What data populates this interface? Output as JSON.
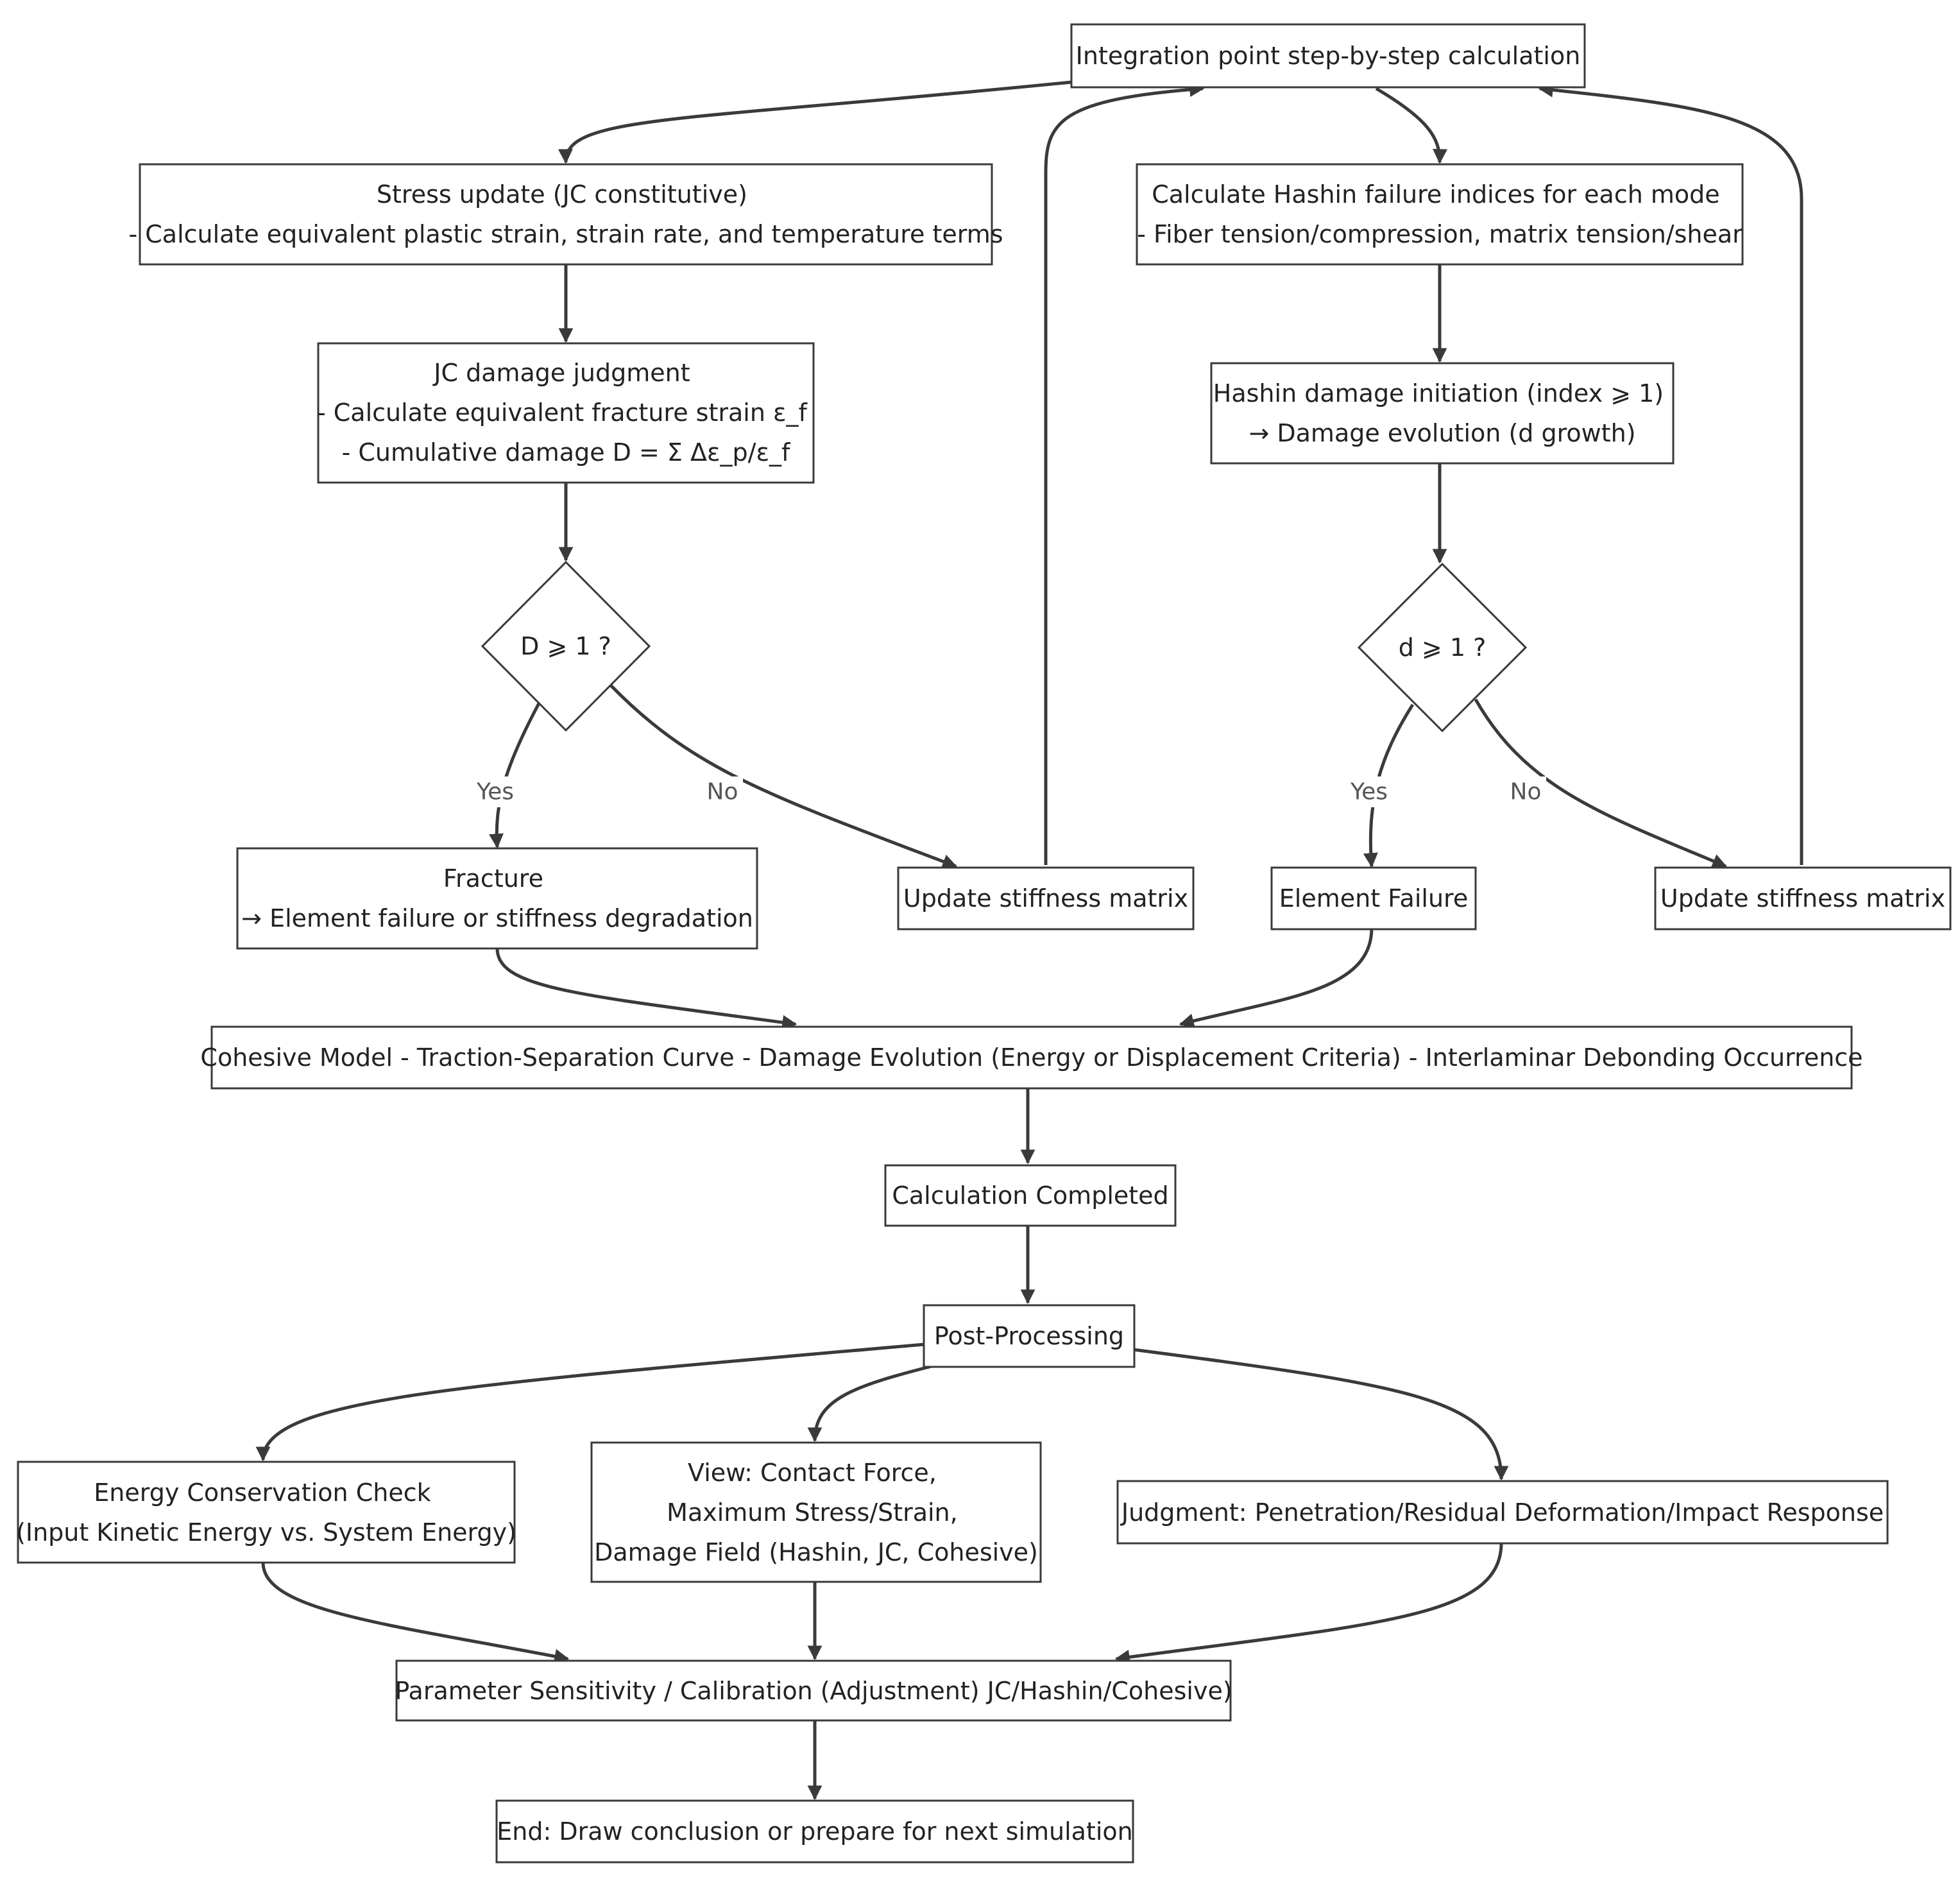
{
  "diagram": {
    "nodes": {
      "integration": {
        "lines": [
          "Integration point step-by-step calculation"
        ]
      },
      "stress_update": {
        "lines": [
          "Stress update (JC constitutive)",
          "- Calculate equivalent plastic strain, strain rate, and temperature terms"
        ]
      },
      "jc_damage": {
        "lines": [
          "JC damage judgment",
          "- Calculate equivalent fracture strain ε_f",
          "- Cumulative damage D = Σ Δε_p/ε_f"
        ]
      },
      "decision_D": {
        "lines": [
          "D ⩾ 1 ?"
        ]
      },
      "fracture": {
        "lines": [
          "Fracture",
          "→ Element failure or stiffness degradation"
        ]
      },
      "update_stiffness_left": {
        "lines": [
          "Update stiffness matrix"
        ]
      },
      "hashin_indices": {
        "lines": [
          "Calculate Hashin failure indices for each mode",
          "- Fiber tension/compression, matrix tension/shear"
        ]
      },
      "hashin_initiation": {
        "lines": [
          "Hashin damage initiation (index ⩾ 1)",
          "→ Damage evolution (d growth)"
        ]
      },
      "decision_d": {
        "lines": [
          "d ⩾ 1 ?"
        ]
      },
      "element_failure": {
        "lines": [
          "Element Failure"
        ]
      },
      "update_stiffness_right": {
        "lines": [
          "Update stiffness matrix"
        ]
      },
      "cohesive": {
        "lines": [
          "Cohesive Model - Traction-Separation Curve - Damage Evolution (Energy or Displacement Criteria) - Interlaminar Debonding Occurrence"
        ]
      },
      "calc_completed": {
        "lines": [
          "Calculation Completed"
        ]
      },
      "post_processing": {
        "lines": [
          "Post-Processing"
        ]
      },
      "energy_check": {
        "lines": [
          "Energy Conservation Check",
          "(Input Kinetic Energy vs. System Energy)"
        ]
      },
      "view": {
        "lines": [
          "View: Contact Force,",
          "Maximum Stress/Strain,",
          "Damage Field (Hashin, JC, Cohesive)"
        ]
      },
      "judgment": {
        "lines": [
          "Judgment: Penetration/Residual Deformation/Impact Response"
        ]
      },
      "parameter": {
        "lines": [
          "Parameter Sensitivity / Calibration (Adjustment) JC/Hashin/Cohesive)"
        ]
      },
      "end": {
        "lines": [
          "End: Draw conclusion or prepare for next simulation"
        ]
      }
    },
    "edge_labels": {
      "yes_left": "Yes",
      "no_left": "No",
      "yes_right": "Yes",
      "no_right": "No"
    }
  }
}
